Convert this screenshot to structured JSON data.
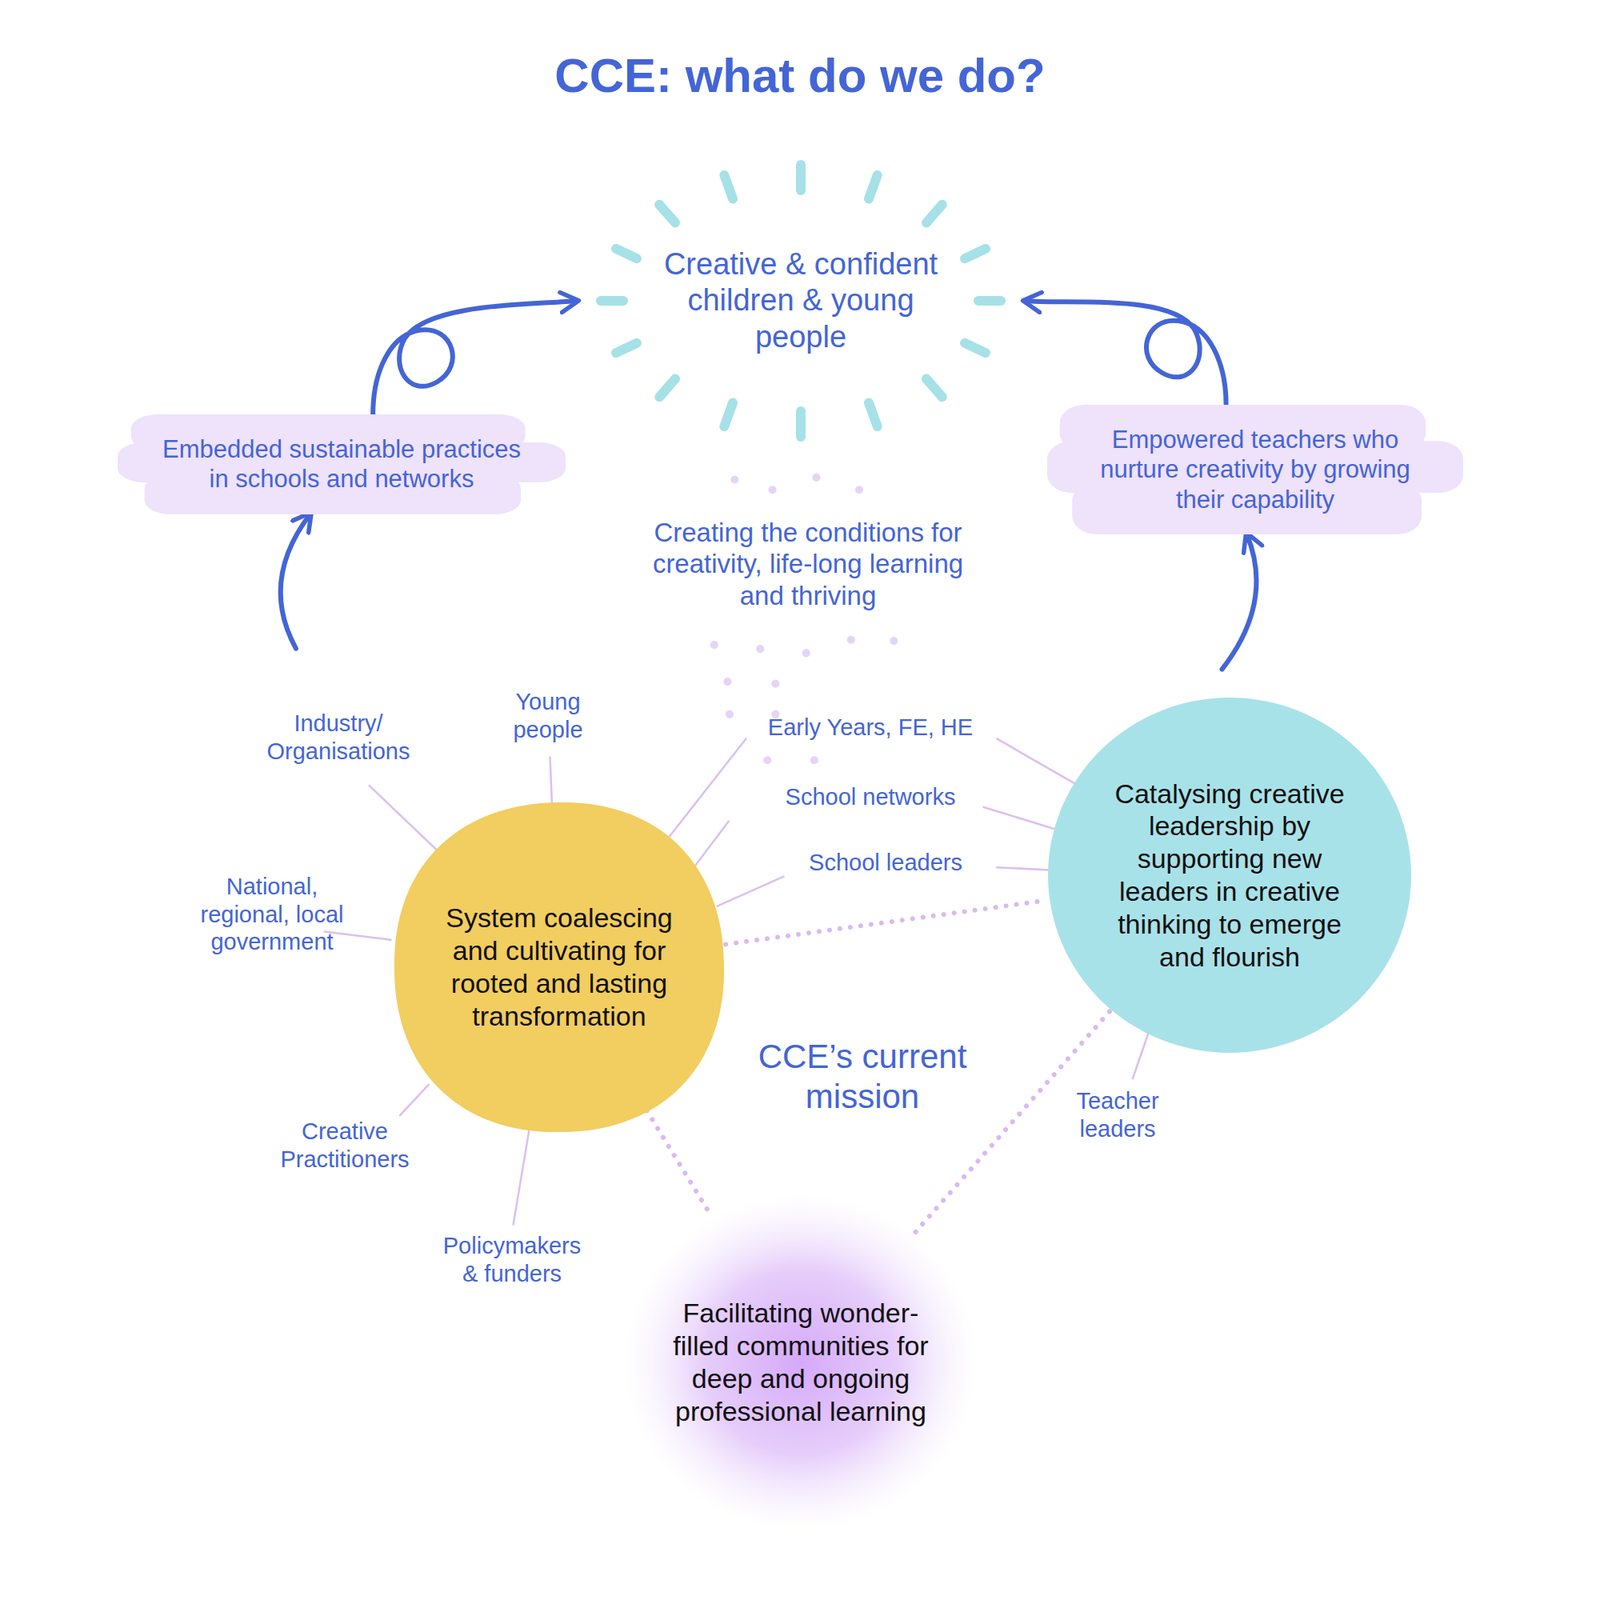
{
  "diagram": {
    "title": "CCE: what do we do?",
    "nodes": [
      {
        "text": [
          "Creative & confident children & young people"
        ]
      },
      {
        "text": [
          "Embedded sustainable practices in schools and networks"
        ]
      },
      {
        "text": [
          "Empowered teachers who nurture creativity by growing their capability"
        ]
      },
      {
        "text": [
          "CCE’s current mission"
        ]
      },
      {
        "text": [
          "System coalescing and cultivating for rooted and lasting transformation"
        ],
        "in": 3
      },
      {
        "text": [
          "Catalysing creative leadership by supporting new leaders in creative thinking to emerge and flourish"
        ],
        "in": 3
      },
      {
        "text": [
          "Facilitating wonder-filled communities for deep and ongoing professional learning"
        ],
        "in": 3
      }
    ],
    "edges": [
      {
        "from": 3,
        "to": 1,
        "arrow": "to"
      },
      {
        "from": 1,
        "to": 0,
        "arrow": "to"
      },
      {
        "from": 3,
        "to": 2,
        "arrow": "to"
      },
      {
        "from": 2,
        "to": 0,
        "arrow": "to"
      },
      {
        "from": 4,
        "to": 5,
        "arrow": "none"
      },
      {
        "from": 4,
        "to": 6,
        "arrow": "none"
      },
      {
        "from": 5,
        "to": 6,
        "arrow": "none"
      }
    ],
    "labels": [
      "Creating the conditions for creativity, life-long learning and thriving",
      "Industry/ Organisations",
      "Young people",
      "National, regional, local government",
      "Creative Practitioners",
      "Policymakers & funders",
      "Early Years, FE, HE",
      "School networks",
      "School leaders",
      "Teacher leaders"
    ]
  }
}
